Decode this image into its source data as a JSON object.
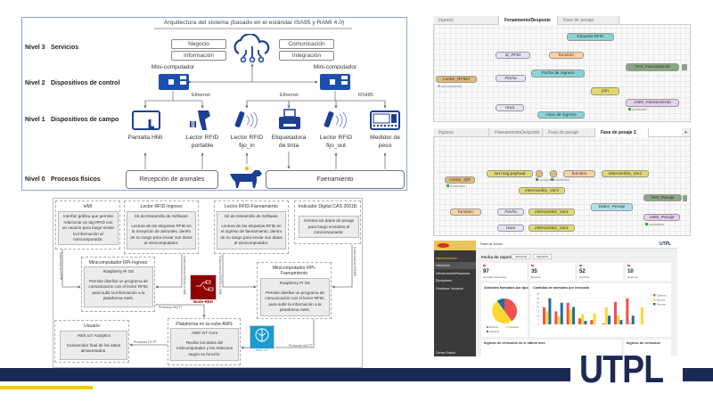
{
  "arch": {
    "title": "Arquitectura del sistema (basado en el estándar ISA95 y RAMI 4.0)",
    "levels": [
      {
        "num": "Nivel 3",
        "name": "Servicios"
      },
      {
        "num": "Nivel 2",
        "name": "Dispositivos de control"
      },
      {
        "num": "Nivel 1",
        "name": "Dispositivos de campo"
      },
      {
        "num": "Nivel 0",
        "name": "Procesos físicos"
      }
    ],
    "services": [
      "Negocio",
      "Información",
      "Comunicación",
      "Integración"
    ],
    "minicomputers": [
      "Mini-computador",
      "Mini-computador"
    ],
    "links": [
      "Ethernet",
      "Ethernet",
      "RS485"
    ],
    "devices": [
      "Pantalla HMI",
      "Lector RFID\nportable",
      "Lector RFID\nfijo_in",
      "Etiquetadora\nde tinta",
      "Lector RFID\nfijo_out",
      "Medidor de\npeso"
    ],
    "processes": [
      "Recepción de animales",
      "Faenamiento"
    ],
    "icons": [
      "cloud-icon",
      "minicomputer-icon",
      "touchscreen-icon",
      "rfid-scanner-icon",
      "rfid-antenna-icon",
      "printer-icon",
      "weight-meter-icon",
      "cow-icon"
    ]
  },
  "components": {
    "hmi": {
      "title": "HMI",
      "body": "Interfaz gráfica que permite relacionar un tag RFID con un usuario para luego enviar la información al minicomputador."
    },
    "rfid_ingreso": {
      "title": "Lector RFID-Ingreso",
      "sub": "Kit de Desarrollo de Software",
      "body": "Lectura de las etiquetas RFID en la recepción de animales, dentro de su rango para enviar sus datos al minicomputador."
    },
    "rfid_faen": {
      "title": "Lector RFID-Faenamiento",
      "sub": "Kit de Desarrollo de Software",
      "body": "Lectura de las etiquetas RFID en el ingreso de faenamiento, dentro de su rango para enviar sus datos al minicomputador."
    },
    "indicador": {
      "title": "Indicador Digital CAS 2001B",
      "body": "Genera los datos de pesaje para luego enviarlos al minicomputador."
    },
    "rpi_ingreso": {
      "title": "Minicomputador RPi-Ingreso",
      "sub": "Raspberry Pi OS",
      "body": "Permite diseñar un programa de comunicación con el lector RFID, para subir la información a la plataforma AWS."
    },
    "rpi_faen": {
      "title": "Minicomputador RPi-Faenamiento",
      "sub": "Raspberry Pi OS",
      "body": "Permite diseñar un programa de comunicación con el lector RFID, para subir la información a la plataforma AWS."
    },
    "aws": {
      "title": "Plataforma en la nube AWS",
      "sub": "AWS IoT Core",
      "body": "Recibe los datos del minicomputador y los relaciona según su función."
    },
    "usuario": {
      "title": "Usuario",
      "sub": "AWS IoT Analytics",
      "body": "Consumidor final de los datos almacenados."
    },
    "conn": [
      "Comunicación HTTP",
      "Comunicación RS232 a USB",
      "Comunicación RS232 a USB",
      "Comunicación RS485"
    ],
    "protocols": [
      "Protocolo MQTT",
      "Protocolo MQTT",
      "Protocolo HTTP"
    ],
    "logos": {
      "nodered": "Node-RED",
      "awsiot": "AWS IoT"
    }
  },
  "flow1": {
    "tabs": [
      "Ingreso",
      "Fenamiento/Desposte",
      "Fase de pesaje"
    ],
    "nodes": [
      "Lector_RFID2",
      "Id_RFID",
      "Fecha",
      "Hora",
      "Etiqueta RFID",
      "function",
      "Fecha de ingreso",
      "Hora de ingreso",
      "join",
      "Test_Faenamiento",
      "AWS_Faenamiento"
    ],
    "status": [
      "not connected",
      "connected"
    ]
  },
  "flow2": {
    "tabs": [
      "Ingreso",
      "FaenamientoDesposte",
      "Fase de pesaje",
      "Fase de pesaje 2",
      "+"
    ],
    "nodes": [
      "Lector_QR",
      "set msg.payload",
      "function",
      "intercambio_Var2",
      "intercambio_Var3",
      "function",
      "Fecha",
      "intercambio_Var4",
      "Hora",
      "intercambio_Var4",
      "Datos_Pesaje",
      "Test_Pesaje",
      "AWS_Pesaje"
    ],
    "status": [
      "connected",
      "connected",
      "connected",
      "connected"
    ]
  },
  "dashboard": {
    "header": "Panel de control",
    "brand": "UTPL",
    "sidebar": [
      "Administración",
      "Vehículos",
      "Introductores/Recaudos",
      "Ejemplares",
      "Gestionar Usuarios",
      "Cerrar Sesión"
    ],
    "report_label": "Fecha de reporte:",
    "dates": [
      "23/6/2023",
      "23/6/2023"
    ],
    "kpis": [
      {
        "value": "97",
        "label": "Animales Faenados"
      },
      {
        "value": "35",
        "label": "Bovinos"
      },
      {
        "value": "52",
        "label": "Porcinos"
      },
      {
        "value": "10",
        "label": "Caprinos"
      }
    ],
    "pie": {
      "title": "Animales faenados por tipo",
      "legend": [
        "Bovinos",
        "Porcinos",
        "Caprinos"
      ],
      "values": [
        40,
        50,
        10
      ],
      "colors": [
        "#ef5350",
        "#fdd835",
        "#1f6e9c"
      ]
    },
    "bars": {
      "title": "Cantidad de animales por mercado",
      "ylim": [
        0,
        35
      ],
      "series": [
        {
          "name": "Caprinos",
          "color": "#ef5350",
          "values": [
            20,
            15,
            25,
            7,
            5,
            1,
            26,
            30,
            0
          ]
        },
        {
          "name": "Bovinos",
          "color": "#fdd835",
          "values": [
            15,
            9,
            17,
            12,
            13,
            20,
            10,
            2,
            20
          ]
        },
        {
          "name": "Porcinos",
          "color": "#1f6e9c",
          "values": [
            30,
            25,
            20,
            4,
            0,
            10,
            5,
            10,
            0
          ]
        }
      ]
    },
    "bottom_titles": [
      "Ingreso de vehículos en el último mes",
      "Ingreso de vehículos"
    ]
  },
  "footer": {
    "logo": "UTPL",
    "colors": {
      "navy": "#1b2a55",
      "yellow": "#f5c518"
    }
  }
}
